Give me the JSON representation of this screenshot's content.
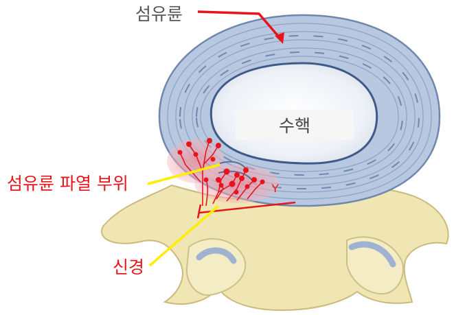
{
  "labels": {
    "annulus": "섬유륜",
    "nucleus": "수핵",
    "tear_site": "섬유륜 파열 부위",
    "nerve": "신경",
    "nerve_ending": "Y"
  },
  "colors": {
    "annotation_red": "#e8141c",
    "pointer_yellow": "#ffee00",
    "disc_blue": "#b8c8e0",
    "bone_yellow": "#efe6b4",
    "inflamed_pink": "#f3a7b0"
  }
}
